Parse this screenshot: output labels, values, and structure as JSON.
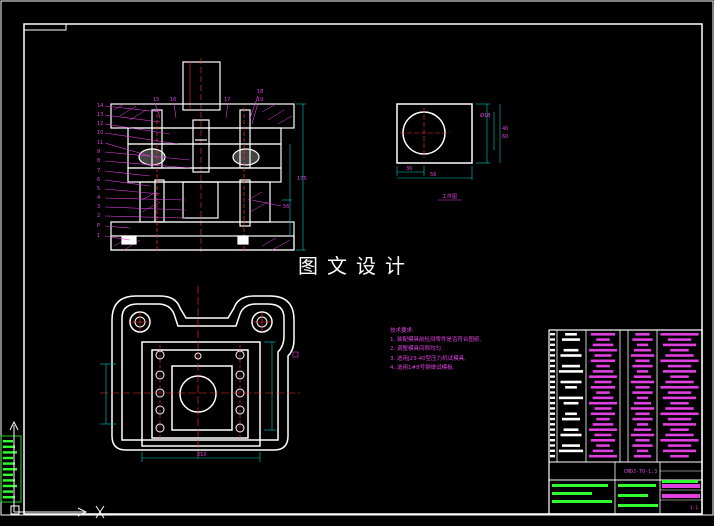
{
  "drawing": {
    "watermark": "图文设计",
    "technical_requirements": {
      "heading": "技术要求:",
      "items": [
        "1. 装配模具前检测零件是否符合图纸,",
        "2. 调整模具间隙均匀,",
        "3. 选用J23-40型压力机试模具,",
        "4. 选用1#8号钢做试模板."
      ]
    },
    "part_view_caption": "工件图",
    "dimensions": {
      "part_width_inner": "36",
      "part_width_outer": "56",
      "part_hole_dia": "Ø18",
      "part_height_1": "40",
      "part_height_2": "60",
      "assembly_height": "175",
      "assembly_side": "56",
      "plan_width": "210"
    },
    "part_numbers_left": [
      "14",
      "13",
      "12",
      "10",
      "11",
      "9",
      "8",
      "7",
      "6",
      "5",
      "4",
      "3",
      "2",
      "P",
      "1"
    ],
    "part_numbers_top": [
      "15",
      "16",
      "17",
      "18",
      "19"
    ],
    "title_block": {
      "drawing_no": "CMDJ-T0-1.3",
      "scale_note": "1:1"
    }
  },
  "colors": {
    "background": "#000000",
    "outline": "#ffffff",
    "dimension": "#00c8c8",
    "center_line": "#ff3030",
    "leader": "#e040e0",
    "title_green": "#30ff30",
    "frame": "#ffffff"
  }
}
